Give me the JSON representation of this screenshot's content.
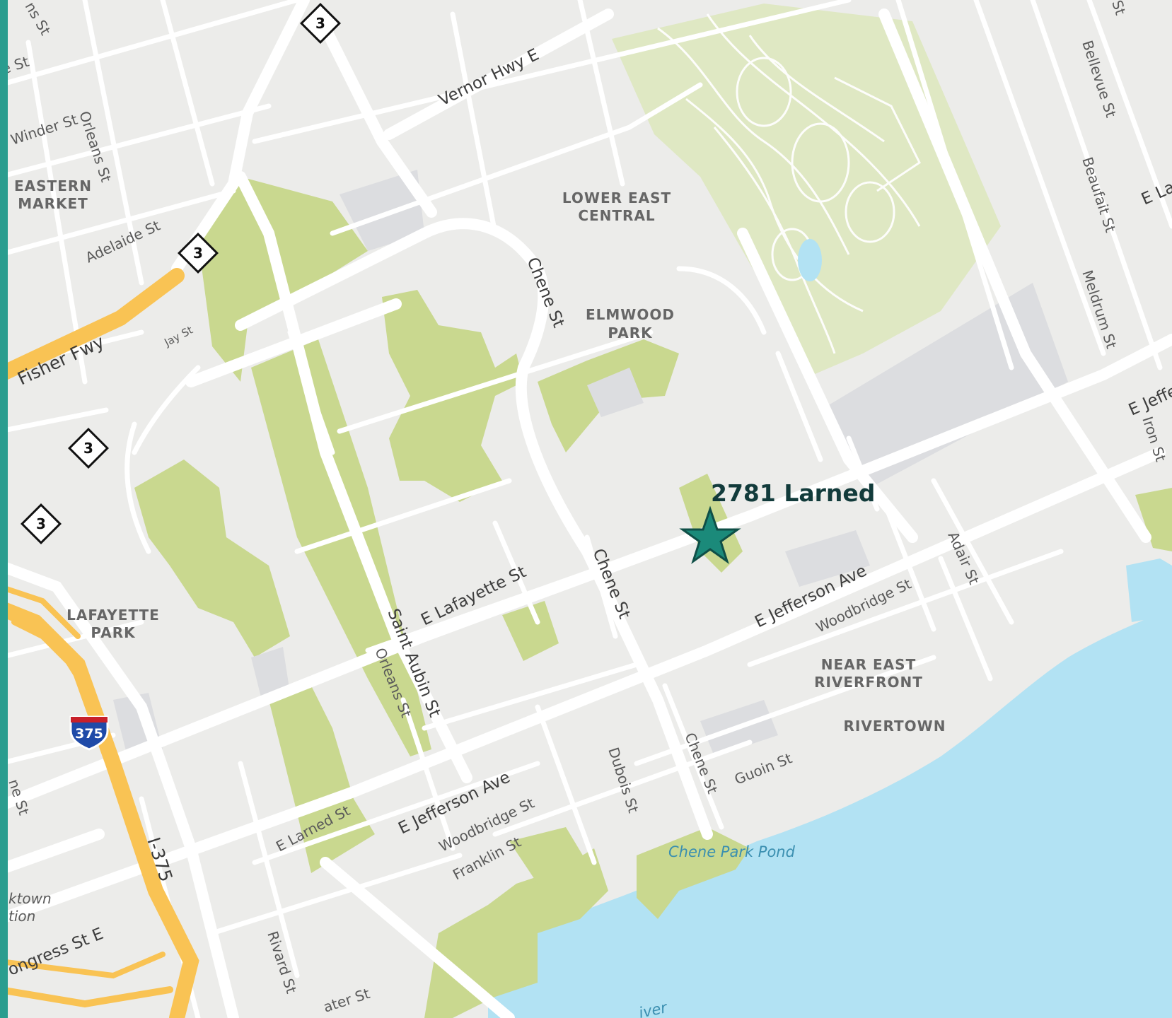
{
  "map": {
    "colors": {
      "land": "#ececea",
      "road": "#ffffff",
      "park": "#c9d88f",
      "park_light": "#dfe8c3",
      "water": "#b2e2f3",
      "freeway": "#f9c354",
      "building": "#dcdde0",
      "accent": "#2a9d8f",
      "marker": "#1b8a7a"
    },
    "marker": {
      "label": "2781 Larned",
      "icon": "star-marker-icon"
    },
    "streets": {
      "vernor": "Vernor Hwy E",
      "winder": "Winder St",
      "orleans_n": "Orleans St",
      "adelaide": "Adelaide St",
      "fisher": "Fisher Fwy",
      "jay": "Jay St",
      "chene_n": "Chene St",
      "chene_mid": "Chene St",
      "chene_s": "Chene St",
      "lafayette": "E Lafayette St",
      "saint_aubin": "Saint Aubin St",
      "orleans_s": "Orleans St",
      "jefferson_e": "E Jefferson Ave",
      "jefferson_w": "E Jefferson Ave",
      "woodbridge_e": "Woodbridge St",
      "woodbridge_w": "Woodbridge St",
      "adair": "Adair St",
      "larned": "E Larned St",
      "franklin": "Franklin St",
      "dubois": "Dubois St",
      "guoin": "Guoin St",
      "rivard": "Rivard St",
      "i375": "I-375",
      "congress": "ongress St E",
      "water_st": "ater St",
      "bellevue": "Bellevue St",
      "beaufait": "Beaufait St",
      "meldrum": "Meldrum St",
      "iron": "Iron St",
      "e_jeffer": "E Jeffer",
      "e_la": "E La",
      "ns_st": "ns St",
      "e_st": "e St",
      "ne_st": "ne St",
      "top_st": "St",
      "river": "iver"
    },
    "neighborhoods": {
      "eastern_1": "EASTERN",
      "eastern_2": "MARKET",
      "lec_1": "LOWER EAST",
      "lec_2": "CENTRAL",
      "elm_1": "ELMWOOD",
      "elm_2": "PARK",
      "laf_1": "LAFAYETTE",
      "laf_2": "PARK",
      "ner_1": "NEAR EAST",
      "ner_2": "RIVERFRONT",
      "rivertown": "RIVERTOWN",
      "ktown_1": "ktown",
      "ktown_2": "tion"
    },
    "water_features": {
      "pond": "Chene Park Pond"
    },
    "shields": {
      "m3": "3",
      "i375": "375"
    }
  }
}
